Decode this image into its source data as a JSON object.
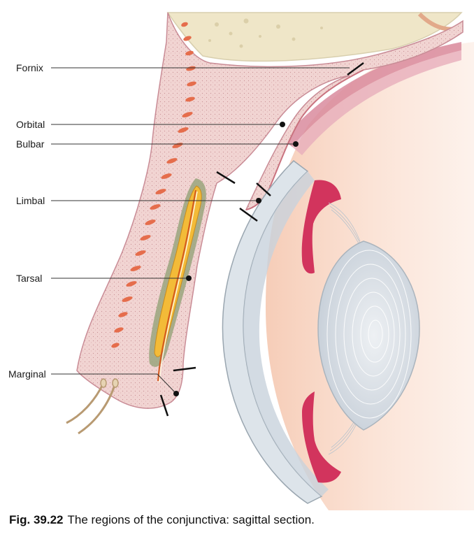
{
  "labels": {
    "fornix": "Fornix",
    "orbital": "Orbital",
    "bulbar": "Bulbar",
    "limbal": "Limbal",
    "tarsal": "Tarsal",
    "marginal": "Marginal"
  },
  "caption": {
    "number": "Fig. 39.22",
    "text": "The regions of the conjunctiva: sagittal section."
  }
}
